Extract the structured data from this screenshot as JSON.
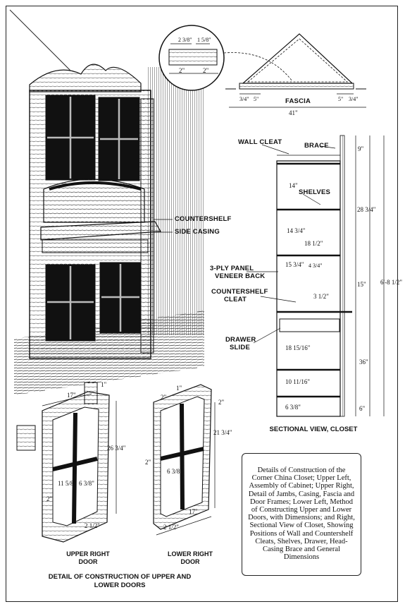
{
  "labels": {
    "countershelf": "COUNTERSHELF",
    "side_casing": "SIDE CASING",
    "fascia": "FASCIA",
    "wall_cleat": "WALL CLEAT",
    "brace": "BRACE",
    "shelves": "SHELVES",
    "veneer_back_1": "3-PLY PANEL",
    "veneer_back_2": "VENEER BACK",
    "countershelf_cleat_1": "COUNTERSHELF",
    "countershelf_cleat_2": "CLEAT",
    "drawer_slide_1": "DRAWER",
    "drawer_slide_2": "SLIDE"
  },
  "captions": {
    "sectional": "SECTIONAL VIEW, CLOSET",
    "upper_door_1": "UPPER RIGHT",
    "upper_door_2": "DOOR",
    "lower_door_1": "LOWER RIGHT",
    "lower_door_2": "DOOR",
    "detail_1": "DETAIL OF CONSTRUCTION OF UPPER AND",
    "detail_2": "LOWER DOORS"
  },
  "dimensions": {
    "fascia_width": "41\"",
    "fascia_left_a": "3/4\"",
    "fascia_left_b": "5\"",
    "fascia_right_a": "5\"",
    "fascia_right_b": "3/4\"",
    "detail_top_a": "2 3/8\"",
    "detail_top_b": "1 5/8\"",
    "detail_bottom_a": "2\"",
    "detail_bottom_b": "2\"",
    "sect_9": "9\"",
    "sect_14": "14\"",
    "sect_28": "28 3/4\"",
    "sect_14b": "14 3/4\"",
    "sect_18": "18 1/2\"",
    "sect_15": "15 3/4\"",
    "sect_15b": "15\"",
    "sect_3": "3 1/2\"",
    "sect_434": "4 3/4\"",
    "sect_18b": "18 15/16\"",
    "sect_10": "10 11/16\"",
    "sect_36": "36\"",
    "sect_6": "6 3/8\"",
    "sect_6b": "6\"",
    "sect_total": "6'-8 1/2\"",
    "ud_17": "17\"",
    "ud_1": "1\"",
    "ud_2": "2\"",
    "ud_26": "26 3/4\"",
    "ud_6": "6 3/8\"",
    "ud_11": "11 5/8\"",
    "ud_2b": "2 1/2\"",
    "ld_2a": "2\"",
    "ld_1": "1\"",
    "ld_2b": "2\"",
    "ld_21": "21 3/4\"",
    "ld_6": "6 3/8\"",
    "ld_17": "17\"",
    "ld_2c": "2 1/2\"",
    "ld_2d": "2\""
  },
  "description": "Details of Construction of the Corner China Closet; Upper Left, Assembly of Cabinet; Upper Right, Detail of Jambs, Casing, Fascia and Door Frames; Lower Left, Method of Constructing Upper and Lower Doors, with Dimensions; and Right, Sectional View of Closet, Showing Positions of Wall and Countershelf Cleats, Shelves, Drawer, Head-Casing Brace and General Dimensions"
}
